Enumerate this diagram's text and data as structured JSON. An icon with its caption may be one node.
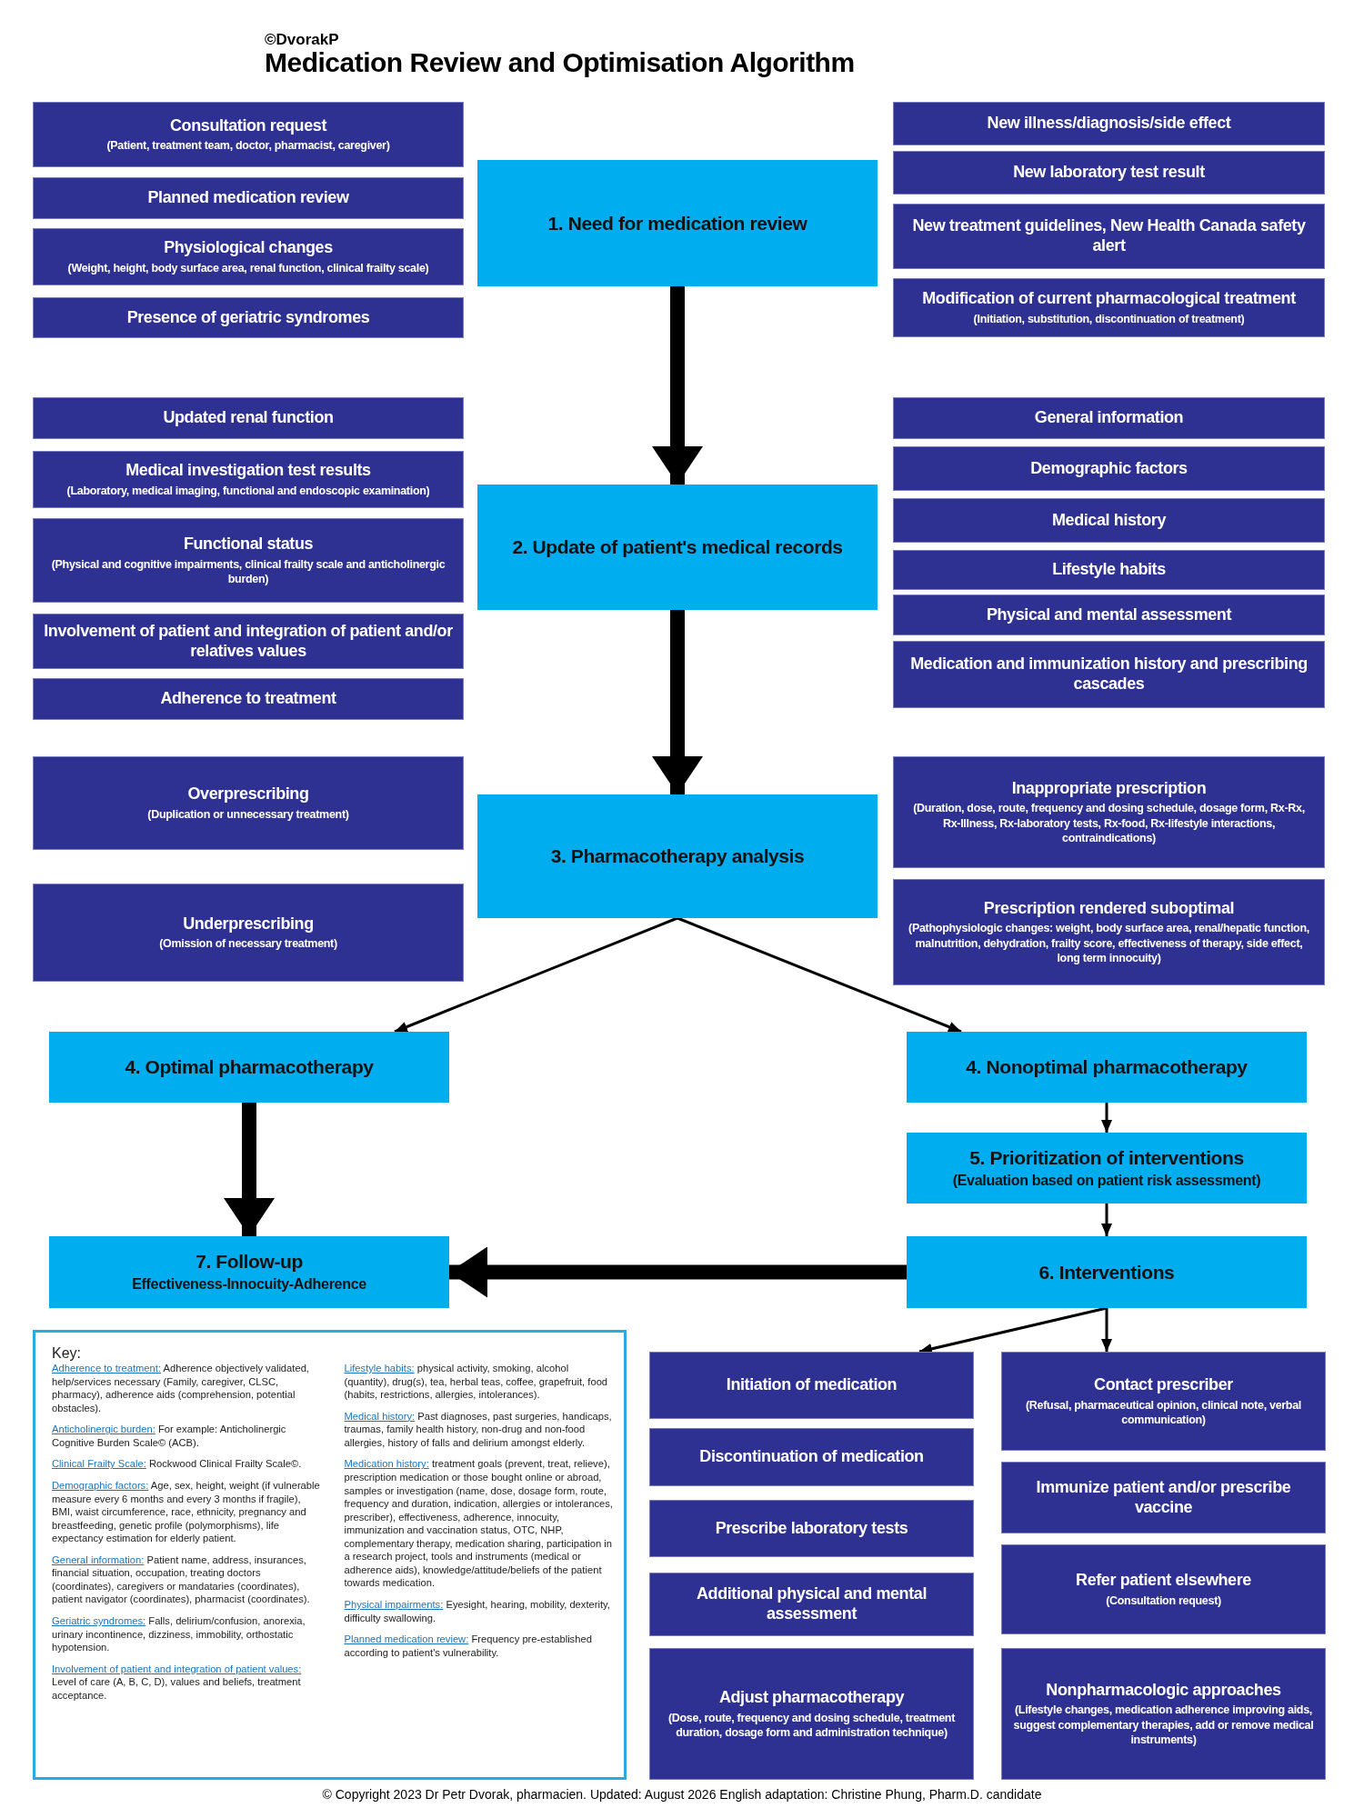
{
  "diagram": {
    "title": "Medication Review and Optimisation Algorithm",
    "caption": "© Copyright 2023 Dr Petr Dvorak, pharmacien. Updated: August 2026 English adaptation: Christine Phung, Pharm.D. candidate",
    "nodes": [
      {
        "text": [
          "Consultation request",
          "(Patient, treatment team, doctor, pharmacist, caregiver)"
        ]
      },
      {
        "text": [
          "Planned medication review"
        ]
      },
      {
        "text": [
          "Physiological changes",
          "(Weight, height, body surface area, renal function, clinical frailty scale)"
        ]
      },
      {
        "text": [
          "Presence of geriatric syndromes"
        ]
      },
      {
        "text": [
          "1. Need for medication review"
        ]
      },
      {
        "text": [
          "New illness/diagnosis/side effect"
        ]
      },
      {
        "text": [
          "New laboratory test result"
        ]
      },
      {
        "text": [
          "New treatment guidelines, New Health Canada safety alert"
        ]
      },
      {
        "text": [
          "Modification of current pharmacological treatment",
          "(Initiation, substitution, discontinuation of treatment)"
        ]
      },
      {
        "text": [
          "Updated renal function"
        ]
      },
      {
        "text": [
          "Medical investigation test results",
          "(Laboratory, medical imaging, functional and endoscopic examination)"
        ]
      },
      {
        "text": [
          "Functional status",
          "(Physical and cognitive impairments, clinical frailty scale and anticholinergic burden)"
        ]
      },
      {
        "text": [
          "Involvement of patient and integration of patient and/or relatives values"
        ]
      },
      {
        "text": [
          "Adherence to treatment"
        ]
      },
      {
        "text": [
          "2. Update of patient's medical records"
        ]
      },
      {
        "text": [
          "General information"
        ]
      },
      {
        "text": [
          "Demographic factors"
        ]
      },
      {
        "text": [
          "Medical history"
        ]
      },
      {
        "text": [
          "Lifestyle habits"
        ]
      },
      {
        "text": [
          "Physical and mental assessment"
        ]
      },
      {
        "text": [
          "Medication and immunization history and prescribing cascades"
        ]
      },
      {
        "text": [
          "Overprescribing",
          "(Duplication or unnecessary treatment)"
        ]
      },
      {
        "text": [
          "Underprescribing",
          "(Omission of necessary treatment)"
        ]
      },
      {
        "text": [
          "3. Pharmacotherapy analysis"
        ]
      },
      {
        "text": [
          "Inappropriate prescription",
          "(Duration, dose, route, frequency and dosing schedule, dosage form, Rx-Rx, Rx-Illness, Rx-laboratory tests, Rx-food, Rx-lifestyle interactions, contraindications)"
        ]
      },
      {
        "text": [
          "Prescription rendered suboptimal",
          "(Pathophysiologic changes: weight, body surface area, renal/hepatic function, malnutrition, dehydration, frailty score, effectiveness of therapy, side effect, long term innocuity)"
        ]
      },
      {
        "text": [
          "4. Optimal pharmacotherapy"
        ]
      },
      {
        "text": [
          "4. Nonoptimal pharmacotherapy"
        ]
      },
      {
        "text": [
          "5. Prioritization of interventions",
          "(Evaluation based on patient risk assessment)"
        ]
      },
      {
        "text": [
          "7. Follow-up",
          "Effectiveness-Innocuity-Adherence"
        ]
      },
      {
        "text": [
          "6. Interventions"
        ]
      },
      {
        "text": [
          "Initiation of medication"
        ]
      },
      {
        "text": [
          "Discontinuation of medication"
        ]
      },
      {
        "text": [
          "Prescribe laboratory tests"
        ]
      },
      {
        "text": [
          "Additional physical and mental assessment"
        ]
      },
      {
        "text": [
          "Adjust pharmacotherapy",
          "(Dose, route, frequency and dosing schedule, treatment duration, dosage form and administration technique)"
        ]
      },
      {
        "text": [
          "Contact prescriber",
          "(Refusal, pharmaceutical opinion, clinical note, verbal communication)"
        ]
      },
      {
        "text": [
          "Immunize patient and/or prescribe vaccine"
        ]
      },
      {
        "text": [
          "Refer patient elsewhere",
          "(Consultation request)"
        ]
      },
      {
        "text": [
          "Nonpharmacologic approaches",
          "(Lifestyle changes, medication adherence improving aids, suggest complementary therapies, add or remove medical instruments)"
        ]
      },
      {
        "text": [
          "Key:",
          "Adherence to treatment: Adherence objectively validated, help/services necessary (Family, caregiver, CLSC, pharmacy), adherence aids (comprehension, potential obstacles).",
          "Anticholinergic burden: For example: Anticholinergic Cognitive Burden Scale© (ACB).",
          "Clinical Frailty Scale: Rockwood Clinical Frailty Scale©.",
          "Demographic factors: Age, sex, height, weight (if vulnerable measure every 6 months and every 3 months if fragile), BMI, waist circumference, race, ethnicity, pregnancy and breastfeeding, genetic profile (polymorphisms), life expectancy estimation for elderly patient.",
          "General information: Patient name, address, insurances, financial situation, occupation, treating doctors (coordinates), caregivers or mandataries (coordinates), patient navigator (coordinates), pharmacist (coordinates).",
          "Geriatric syndromes: Falls, delirium/confusion, anorexia, urinary incontinence, dizziness, immobility, orthostatic hypotension.",
          "Involvement of patient and integration of patient values: Level of care (A, B, C, D), values and beliefs, treatment acceptance.",
          "Lifestyle habits: physical activity, smoking, alcohol (quantity), drug(s), tea, herbal teas, coffee, grapefruit, food (habits, restrictions, allergies, intolerances).",
          "Medical history: Past diagnoses, past surgeries, handicaps, traumas, family health history, non-drug and non-food allergies, history of falls and delirium amongst elderly.",
          "Medication history: treatment goals (prevent, treat, relieve), prescription medication or those bought online or abroad, samples or investigation (name, dose, dosage form, route, frequency and duration, indication, allergies or intolerances, prescriber), effectiveness, adherence, innocuity, immunization and vaccination status, OTC, NHP, complementary therapy, medication sharing, participation in a research project, tools and instruments (medical or adherence aids), knowledge/attitude/beliefs of the patient towards medication.",
          "Physical impairments: Eyesight, hearing, mobility, dexterity, difficulty swallowing.",
          "Planned medication review: Frequency pre-established according to patient's vulnerability."
        ]
      }
    ],
    "edges": [
      {
        "from": 4,
        "to": 14,
        "arrow": "to",
        "style": "thick"
      },
      {
        "from": 14,
        "to": 23,
        "arrow": "to",
        "style": "thick"
      },
      {
        "from": 23,
        "to": 26,
        "arrow": "to"
      },
      {
        "from": 23,
        "to": 27,
        "arrow": "to"
      },
      {
        "from": 26,
        "to": 29,
        "arrow": "to",
        "style": "thick"
      },
      {
        "from": 27,
        "to": 28,
        "arrow": "to"
      },
      {
        "from": 28,
        "to": 30,
        "arrow": "to"
      },
      {
        "from": 30,
        "to": 29,
        "arrow": "to",
        "style": "thick"
      },
      {
        "from": 30,
        "to": 31,
        "arrow": "to"
      },
      {
        "from": 30,
        "to": 36,
        "arrow": "to"
      }
    ],
    "labels": [
      "©DvorakP"
    ]
  }
}
